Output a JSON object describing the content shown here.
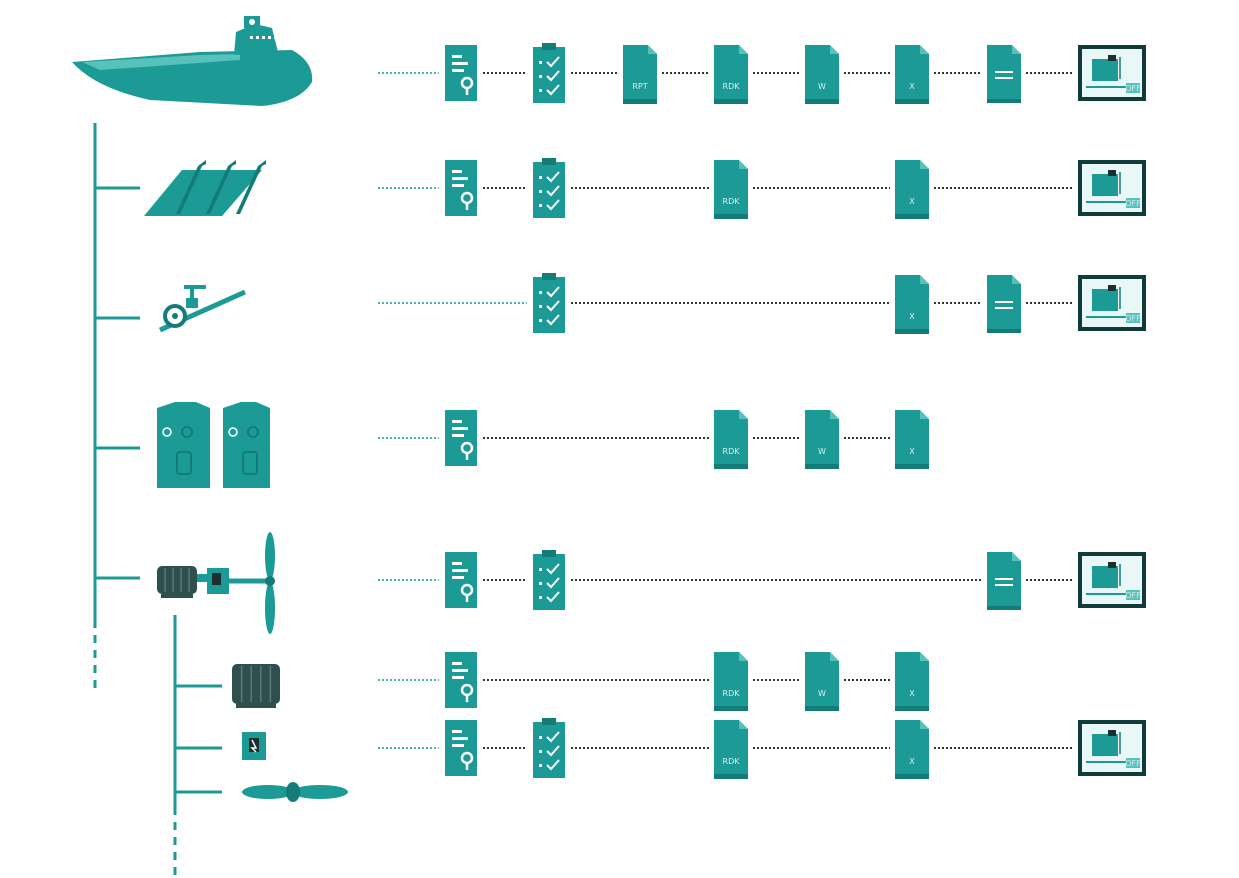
{
  "colors": {
    "teal": "#1c9a96",
    "teal_dark": "#137c78",
    "teal_light": "#57c1bc",
    "dotted_dark": "#333333",
    "dotted_light": "#46b8b3",
    "machine_dark": "#2f4f4f",
    "screen_frame": "#0f3b3a",
    "screen_bg": "#e9f7f6"
  },
  "doc_labels": {
    "spec": "",
    "checklist": "",
    "rpt": "RPT",
    "rdk": "RDK",
    "w": "W",
    "x": "X",
    "plain": "",
    "monitor": "OFF"
  },
  "rows": [
    {
      "name": "ship",
      "docs": [
        "spec",
        "checklist",
        "rpt",
        "rdk",
        "w",
        "x",
        "plain",
        "monitor"
      ]
    },
    {
      "name": "hull-panel",
      "docs": [
        "spec",
        "checklist",
        "rdk",
        "x",
        "monitor"
      ]
    },
    {
      "name": "pipe-valve",
      "docs": [
        "checklist",
        "x",
        "plain",
        "monitor"
      ]
    },
    {
      "name": "tanks",
      "docs": [
        "spec",
        "rdk",
        "w",
        "x"
      ]
    },
    {
      "name": "propulsion",
      "docs": [
        "spec",
        "checklist",
        "plain",
        "monitor"
      ]
    },
    {
      "name": "motor",
      "docs": [
        "spec",
        "rdk",
        "w",
        "x"
      ]
    },
    {
      "name": "gearbox",
      "docs": [
        "spec",
        "checklist",
        "rdk",
        "x",
        "monitor"
      ]
    },
    {
      "name": "propeller",
      "docs": []
    }
  ]
}
